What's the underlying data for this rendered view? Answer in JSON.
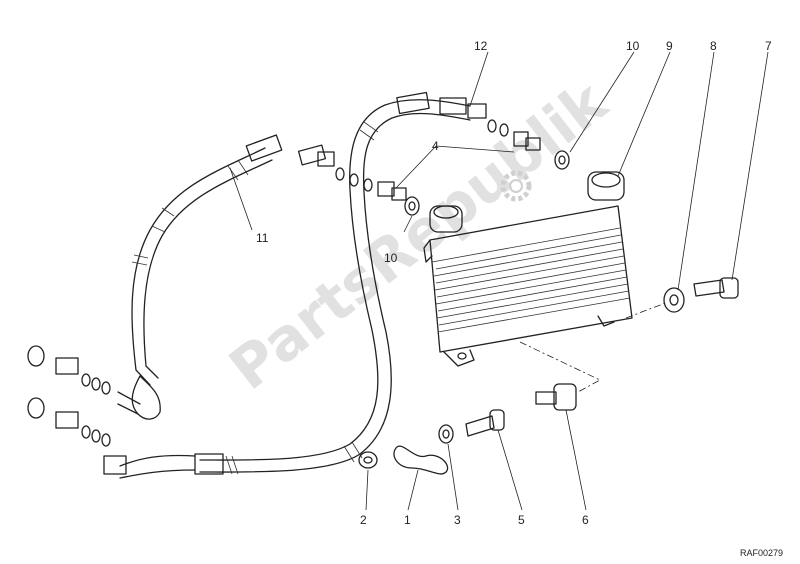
{
  "diagram": {
    "watermark": "PartsRepublik",
    "drawing_ref": "RAF00279",
    "callouts": {
      "c1": "1",
      "c2": "2",
      "c3": "3",
      "c4": "4",
      "c5": "5",
      "c6": "6",
      "c7": "7",
      "c8": "8",
      "c9": "9",
      "c10a": "10",
      "c10b": "10",
      "c11": "11",
      "c12": "12"
    }
  }
}
